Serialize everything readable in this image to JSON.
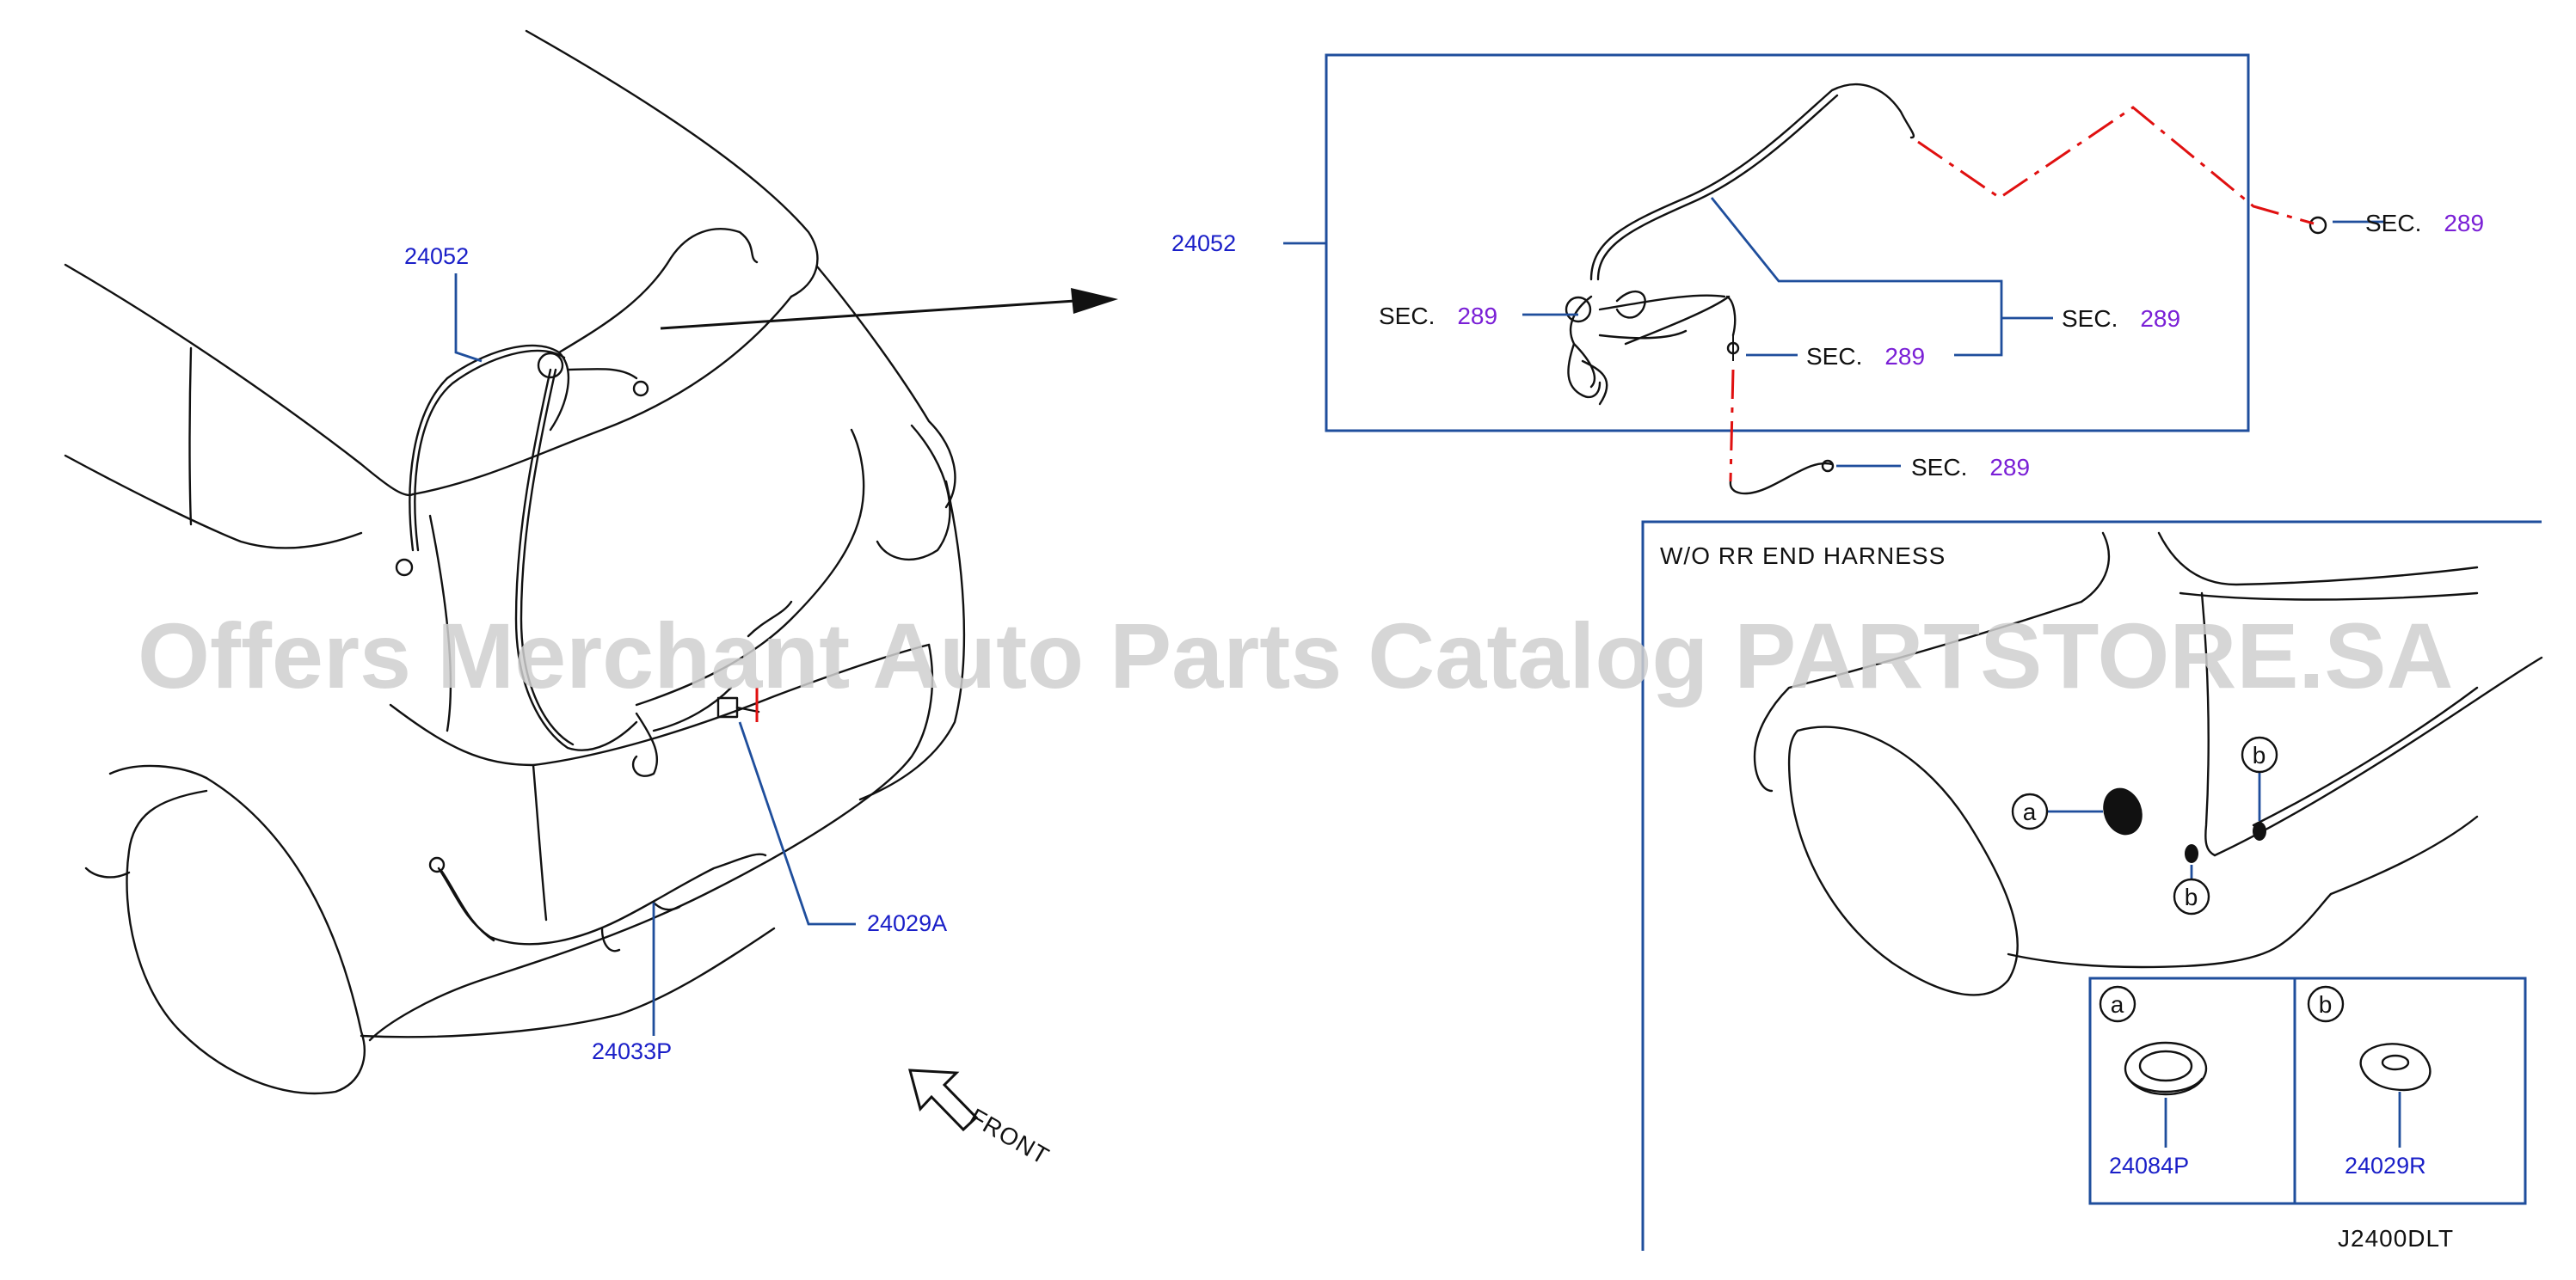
{
  "callouts": {
    "harness_main": "24052",
    "harness_main_detail": "24052",
    "bolt": "24029A",
    "harness_lower": "24033P",
    "grommet_a": "24084P",
    "grommet_b": "24029R"
  },
  "sections": {
    "sec_prefix": "SEC.",
    "sec_number": "289"
  },
  "front_label": "FRONT",
  "inset_title": "W/O   RR   END   HARNESS",
  "marker_a": "a",
  "marker_b": "b",
  "diagram_code": "J2400DLT",
  "watermark": "Offers Merchant Auto Parts Catalog PARTSTORE.SA"
}
